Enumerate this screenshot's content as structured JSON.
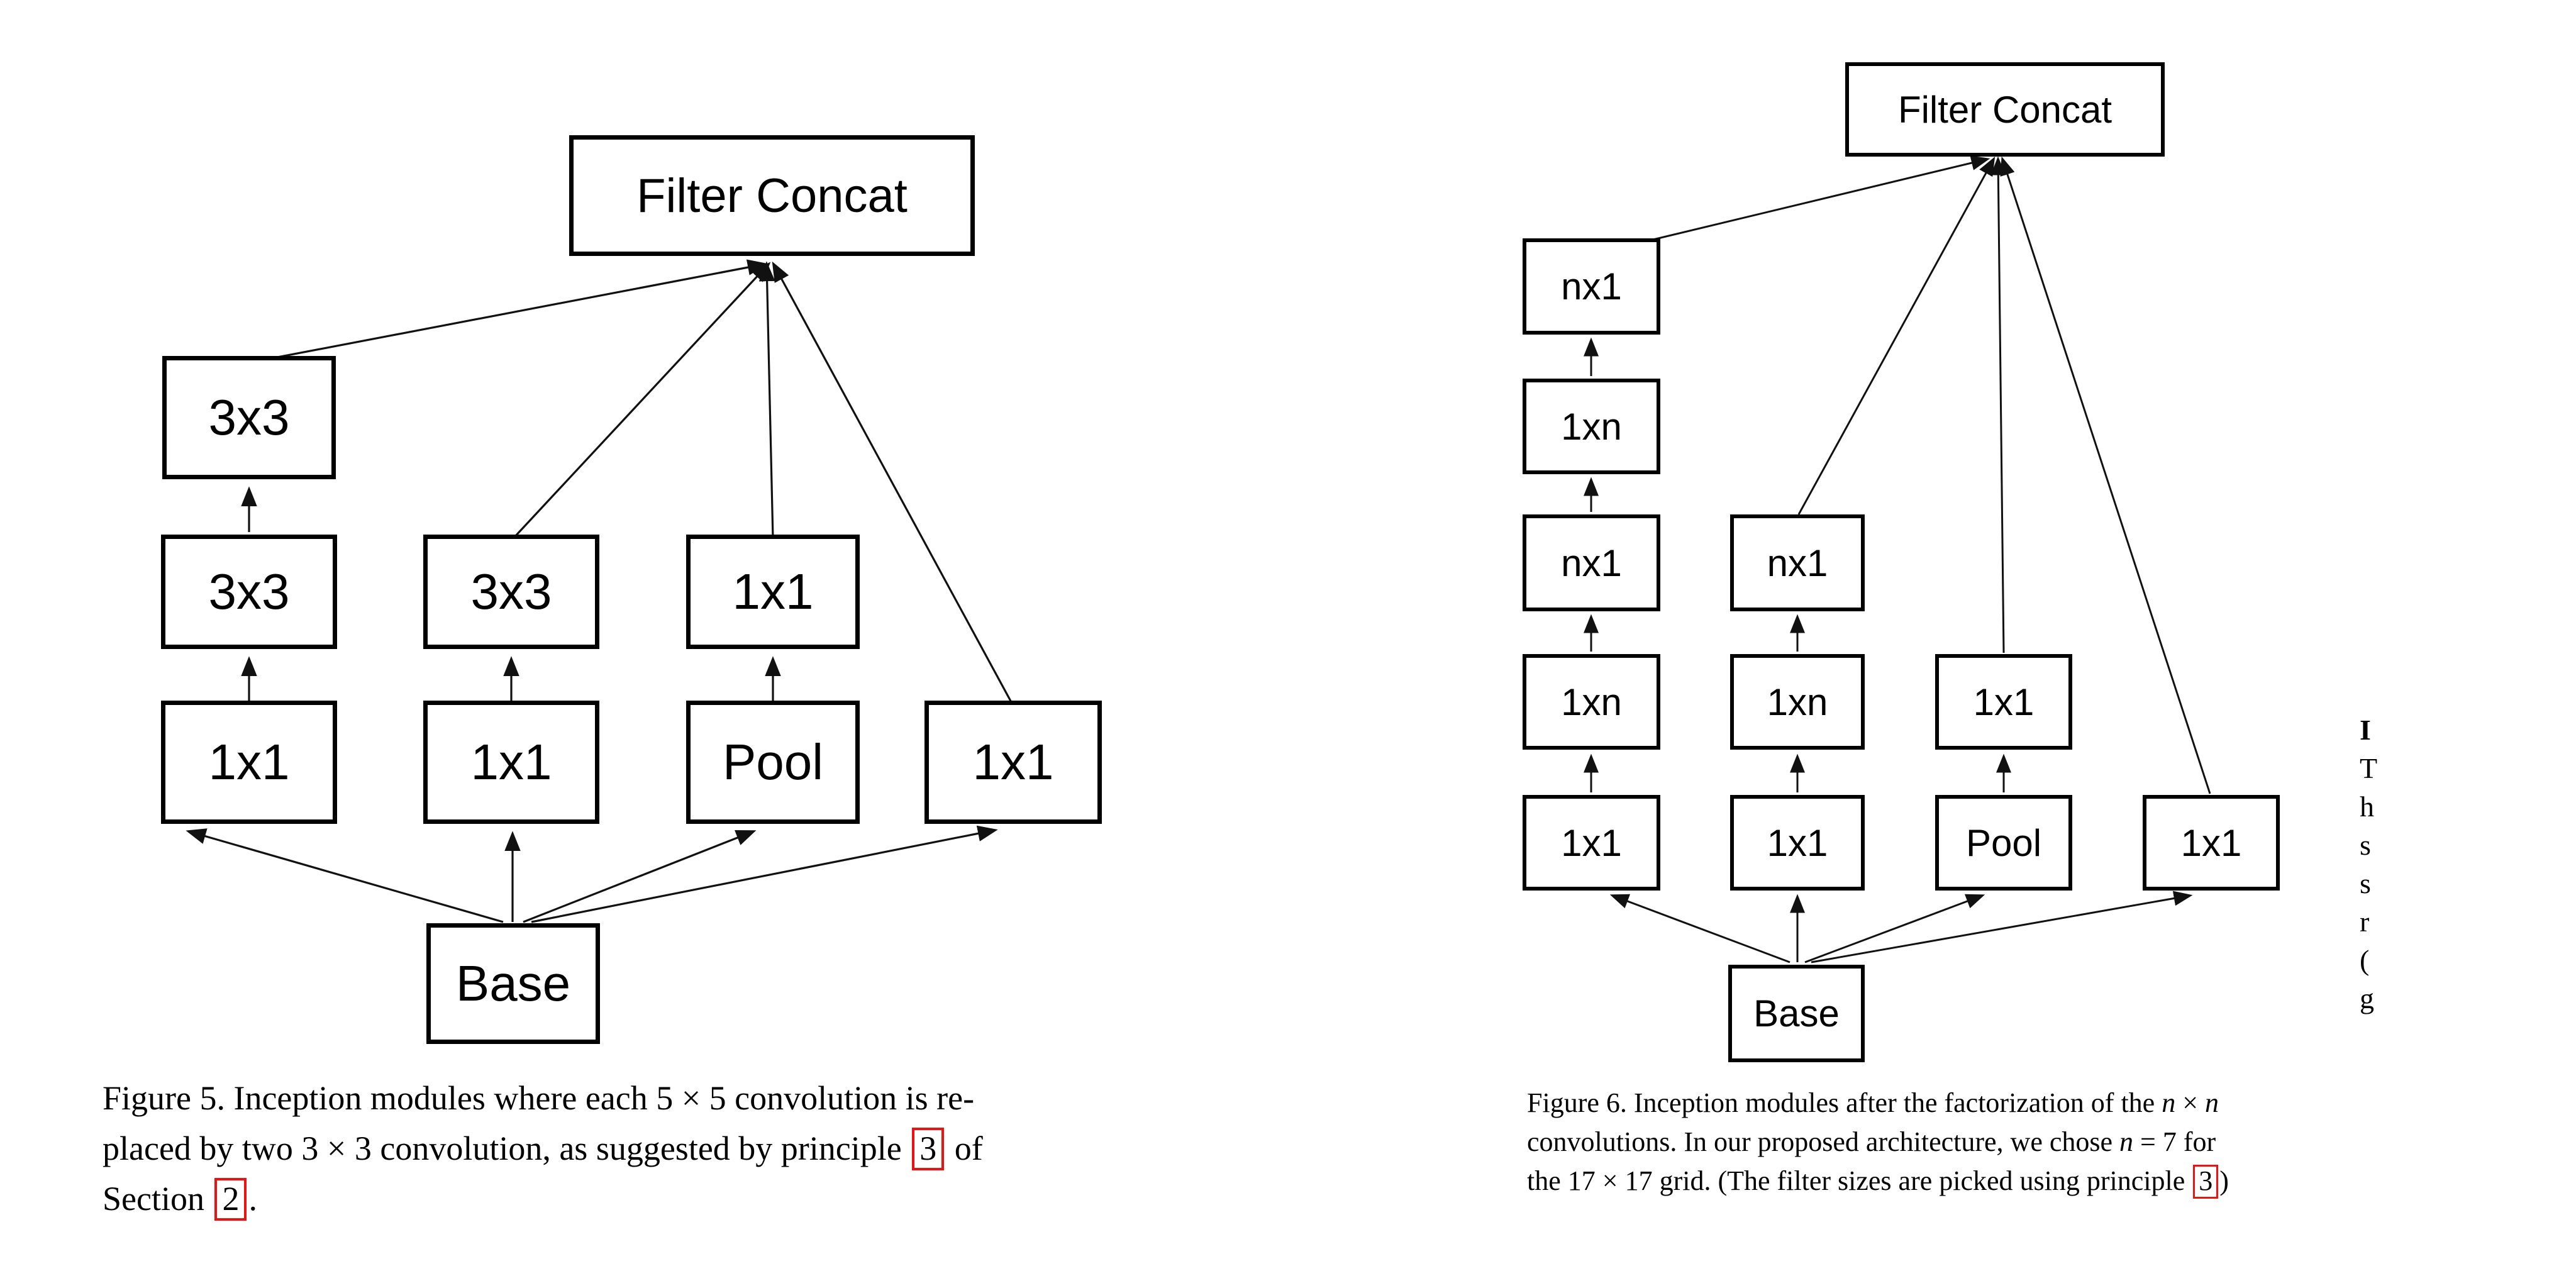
{
  "colors": {
    "ink": "#000000",
    "ref_box": "#ee1111",
    "background": "#ffffff"
  },
  "figure5": {
    "nodes": {
      "filter_concat": "Filter Concat",
      "conv33_top": "3x3",
      "conv33_mid_a": "3x3",
      "conv33_mid_b": "3x3",
      "conv11_mid_c": "1x1",
      "conv11_a": "1x1",
      "conv11_b": "1x1",
      "pool": "Pool",
      "conv11_d": "1x1",
      "base": "Base"
    },
    "caption": {
      "line1": "Figure 5. Inception modules where each 5 × 5 convolution is re-",
      "line2_a": "placed by two 3 × 3 convolution, as suggested by principle ",
      "line2_ref": "3",
      "line2_b": " of",
      "line3_a": "Section ",
      "line3_ref": "2",
      "line3_b": "."
    }
  },
  "figure6": {
    "nodes": {
      "filter_concat": "Filter Concat",
      "c1_nx1_top": "nx1",
      "c1_1xn_2": "1xn",
      "c1_nx1_3": "nx1",
      "c1_1xn_4": "1xn",
      "c1_1x1": "1x1",
      "c2_nx1": "nx1",
      "c2_1xn": "1xn",
      "c2_1x1": "1x1",
      "c3_1x1": "1x1",
      "c3_pool": "Pool",
      "c4_1x1": "1x1",
      "base": "Base"
    },
    "caption": {
      "line1_a": "Figure 6. Inception modules after the factorization of the ",
      "line1_n1": "n",
      "line1_x": " × ",
      "line1_n2": "n",
      "line2_a": "convolutions.  In our proposed architecture, we chose ",
      "line2_n": "n",
      "line2_b": " = 7 for",
      "line3_a": "the 17 × 17 grid. (The filter sizes are picked using principle ",
      "line3_ref": "3",
      "line3_b": ")"
    }
  },
  "edge_fragments": {
    "chars": [
      "I",
      "T",
      "h",
      "s",
      "s",
      "r",
      "(",
      "g"
    ]
  }
}
